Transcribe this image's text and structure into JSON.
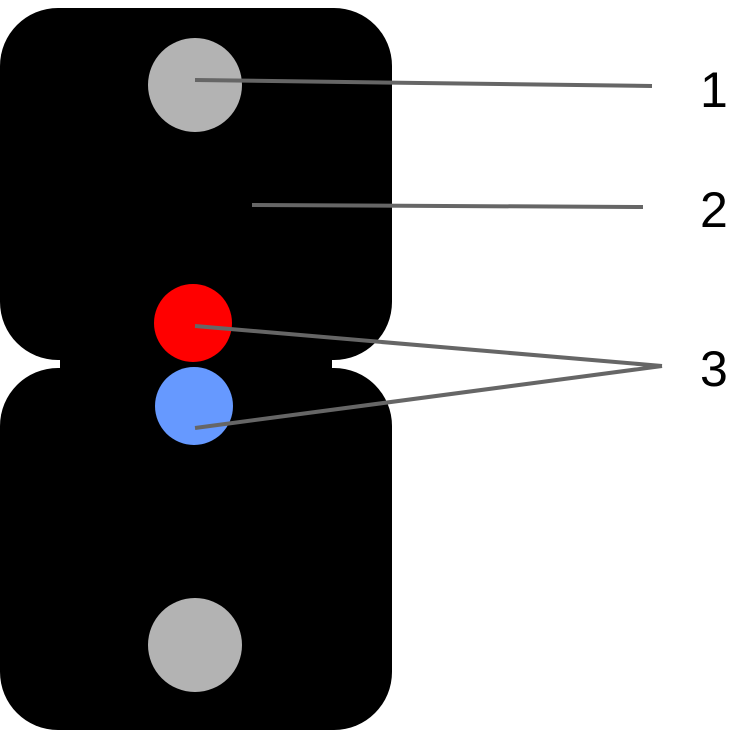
{
  "diagram": {
    "labels": {
      "one": "1",
      "two": "2",
      "three": "3"
    },
    "colors": {
      "background": "#ffffff",
      "cable_jacket": "#000000",
      "strength_member": "#b3b3b3",
      "fiber_red": "#ff0000",
      "fiber_blue": "#6699ff",
      "leader_line": "#666666",
      "label_text": "#000000"
    }
  }
}
